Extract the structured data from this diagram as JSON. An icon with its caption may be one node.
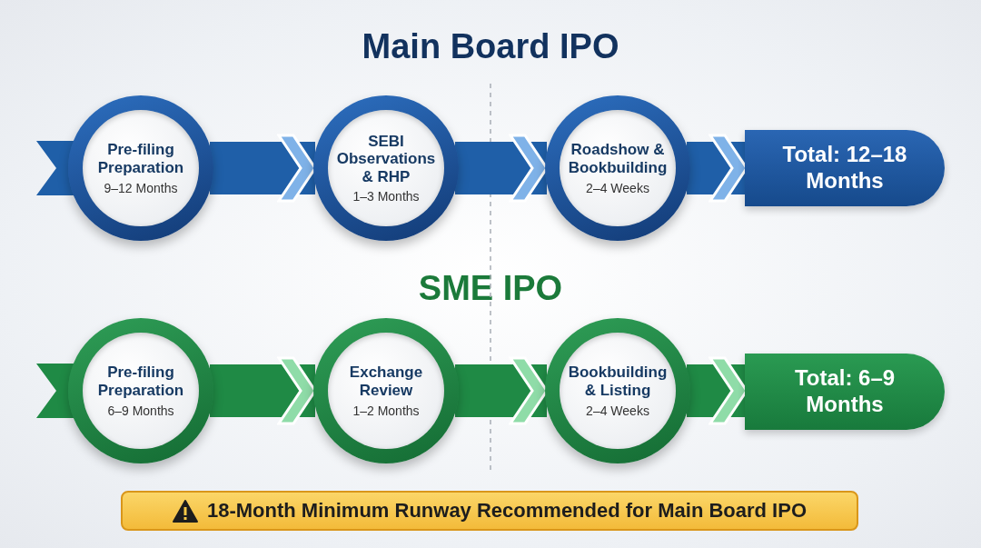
{
  "diagram": {
    "nodes": [
      {
        "text": [
          "Pre-filing Preparation",
          "9–12 Months"
        ]
      },
      {
        "text": [
          "SEBI Observations & RHP",
          "1–3 Months"
        ]
      },
      {
        "text": [
          "Roadshow & Bookbuilding",
          "2–4 Weeks"
        ]
      },
      {
        "text": [
          "Total: 12–18 Months"
        ]
      },
      {
        "text": [
          "Pre-filing Preparation",
          "6–9 Months"
        ]
      },
      {
        "text": [
          "Exchange Review",
          "1–2 Months"
        ]
      },
      {
        "text": [
          "Bookbuilding & Listing",
          "2–4 Weeks"
        ]
      },
      {
        "text": [
          "Total: 6–9 Months"
        ]
      },
      {
        "text": [
          "18-Month Minimum Runway Recommended for Main Board IPO"
        ]
      }
    ],
    "edges": [
      {
        "from": 0,
        "to": 1,
        "arrow": "to",
        "color": "#1f5fa8"
      },
      {
        "from": 1,
        "to": 2,
        "arrow": "to",
        "color": "#1f5fa8"
      },
      {
        "from": 2,
        "to": 3,
        "arrow": "to",
        "color": "#1f5fa8"
      },
      {
        "from": 4,
        "to": 5,
        "arrow": "to",
        "color": "#1f8a45"
      },
      {
        "from": 5,
        "to": 6,
        "arrow": "to",
        "color": "#1f8a45"
      },
      {
        "from": 6,
        "to": 7,
        "arrow": "to",
        "color": "#1f8a45"
      }
    ],
    "labels": [
      "Main Board IPO",
      "SME IPO"
    ]
  }
}
